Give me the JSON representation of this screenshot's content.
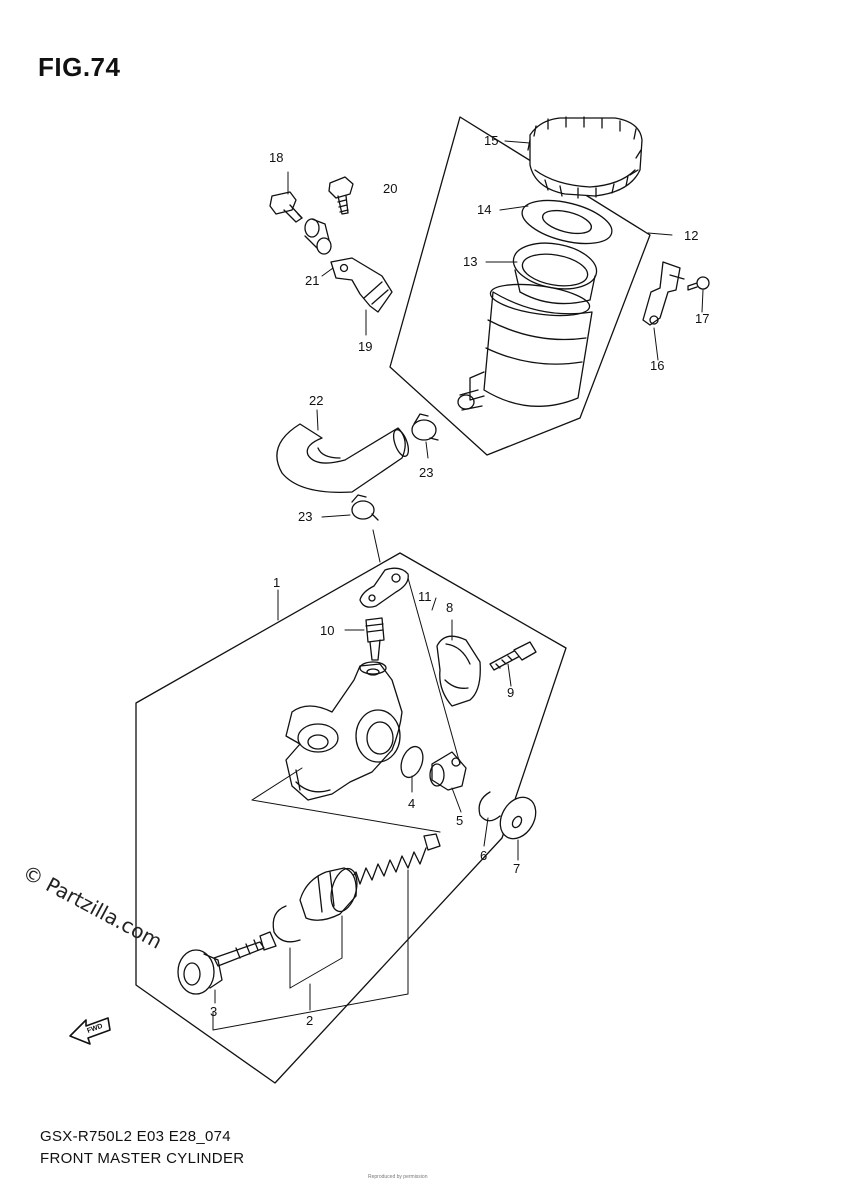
{
  "figure": {
    "title": "FIG.74"
  },
  "watermark": "© Partzilla.com",
  "footer": {
    "model_code": "GSX-R750L2 E03 E28_074",
    "diagram_name": "FRONT MASTER CYLINDER",
    "fine_print": "Reproduced by permission"
  },
  "fwd_arrow_label": "FWD",
  "callouts": [
    {
      "id": "c1",
      "label": "1"
    },
    {
      "id": "c2",
      "label": "2"
    },
    {
      "id": "c3",
      "label": "3"
    },
    {
      "id": "c4",
      "label": "4"
    },
    {
      "id": "c5",
      "label": "5"
    },
    {
      "id": "c6",
      "label": "6"
    },
    {
      "id": "c7",
      "label": "7"
    },
    {
      "id": "c8",
      "label": "8"
    },
    {
      "id": "c9",
      "label": "9"
    },
    {
      "id": "c10",
      "label": "10"
    },
    {
      "id": "c11",
      "label": "11"
    },
    {
      "id": "c12",
      "label": "12"
    },
    {
      "id": "c13",
      "label": "13"
    },
    {
      "id": "c14",
      "label": "14"
    },
    {
      "id": "c15",
      "label": "15"
    },
    {
      "id": "c16",
      "label": "16"
    },
    {
      "id": "c17",
      "label": "17"
    },
    {
      "id": "c18",
      "label": "18"
    },
    {
      "id": "c19",
      "label": "19"
    },
    {
      "id": "c20",
      "label": "20"
    },
    {
      "id": "c21",
      "label": "21"
    },
    {
      "id": "c22",
      "label": "22"
    },
    {
      "id": "c23a",
      "label": "23"
    },
    {
      "id": "c23b",
      "label": "23"
    }
  ]
}
